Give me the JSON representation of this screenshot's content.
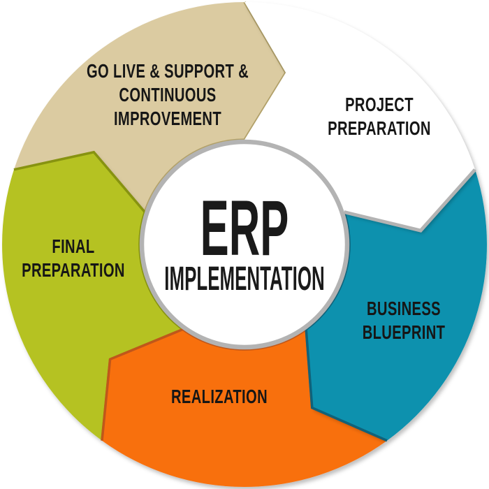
{
  "diagram": {
    "kind": "circular-process-cycle",
    "direction": "clockwise",
    "center": {
      "title": "ERP",
      "subtitle": "IMPLEMENTATION"
    },
    "segments": [
      {
        "name": "project-preparation",
        "label": "PROJECT\nPREPARATION",
        "fill": "#ffffff",
        "edge": "#b3b3b3",
        "start_angle": 0
      },
      {
        "name": "business-blueprint",
        "label": "BUSINESS\nBLUEPRINT",
        "fill": "#0791ae",
        "edge": "#10627a",
        "start_angle": 72
      },
      {
        "name": "realization",
        "label": "REALIZATION",
        "fill": "#f8700e",
        "edge": "#c0571a",
        "start_angle": 144
      },
      {
        "name": "final-preparation",
        "label": "FINAL\nPREPARATION",
        "fill": "#b5c222",
        "edge": "#879310",
        "start_angle": 216
      },
      {
        "name": "go-live-support",
        "label": "GO LIVE & SUPPORT &\nCONTINUOUS\nIMPROVEMENT",
        "fill": "#dbcba1",
        "edge": "#b2a169",
        "start_angle": 288
      }
    ],
    "colors": {
      "background": "#ffffff",
      "text": "#161616",
      "center_fill": "#ffffff",
      "center_ring": "#b3b3b3"
    }
  }
}
